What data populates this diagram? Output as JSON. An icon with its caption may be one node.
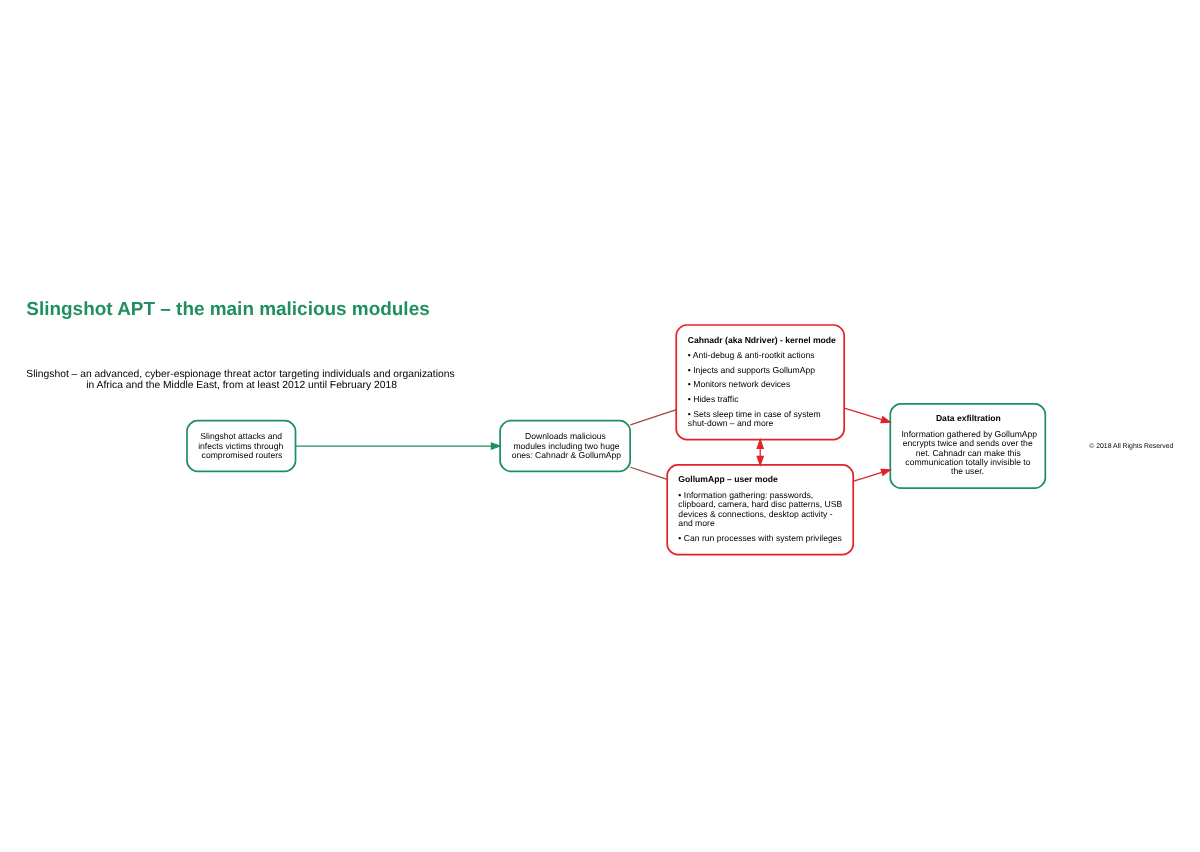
{
  "diagram": {
    "title": "Slingshot APT – the main malicious modules",
    "nodes": [
      {
        "text": [
          "Slingshot attacks and infects victims through compromised routers"
        ]
      },
      {
        "text": [
          "Downloads malicious modules including two huge ones: Cahnadr & GollumApp"
        ]
      },
      {
        "text": [
          "Cahnadr (aka Ndriver) - kernel mode",
          "• Anti-debug & anti-rootkit actions",
          "• Injects and supports GollumApp",
          "• Monitors network devices",
          "• Hides traffic",
          "• Sets sleep time in case of system shut-down – and more"
        ]
      },
      {
        "text": [
          "GollumApp – user mode",
          "• Information gathering: passwords, clipboard, camera, hard disc patterns, USB devices & connections, desktop activity - and more",
          "• Can run processes with system privileges"
        ]
      },
      {
        "text": [
          "Data exfiltration",
          "Information gathered by GollumApp encrypts twice and sends over the net. Cahnadr can make this communication totally invisible to the user."
        ]
      }
    ],
    "edges": [
      {
        "from": 0,
        "to": 1,
        "arrow": "to",
        "color": "#1f8f5f"
      },
      {
        "from": 1,
        "to": 2,
        "arrow": "none",
        "color": "#9e4a46"
      },
      {
        "from": 1,
        "to": 3,
        "arrow": "none",
        "color": "#9e4a46"
      },
      {
        "from": 2,
        "to": 3,
        "arrow": "both"
      },
      {
        "from": 2,
        "to": 4,
        "arrow": "to"
      },
      {
        "from": 3,
        "to": 4,
        "arrow": "to"
      }
    ],
    "labels": [
      "Slingshot – an advanced, cyber-espionage threat actor targeting individuals and organizations in Africa and the Middle East, from at least 2012 until February 2018",
      "© 2018 All Rights Reserved"
    ]
  }
}
